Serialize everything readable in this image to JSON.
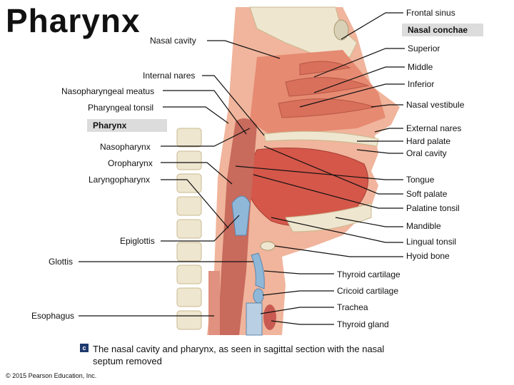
{
  "title": "Pharynx",
  "labels_left": {
    "nasal_cavity": "Nasal cavity",
    "internal_nares": "Internal nares",
    "nasopharyngeal_meatus": "Nasopharyngeal meatus",
    "pharyngeal_tonsil": "Pharyngeal tonsil",
    "pharynx_box": "Pharynx",
    "nasopharynx": "Nasopharynx",
    "oropharynx": "Oropharynx",
    "laryngopharynx": "Laryngopharynx",
    "epiglottis": "Epiglottis",
    "glottis": "Glottis",
    "esophagus": "Esophagus"
  },
  "labels_right": {
    "frontal_sinus": "Frontal sinus",
    "nasal_conchae_box": "Nasal conchae",
    "superior": "Superior",
    "middle": "Middle",
    "inferior": "Inferior",
    "nasal_vestibule": "Nasal vestibule",
    "external_nares": "External nares",
    "hard_palate": "Hard palate",
    "oral_cavity": "Oral cavity",
    "tongue": "Tongue",
    "soft_palate": "Soft palate",
    "palatine_tonsil": "Palatine tonsil",
    "mandible": "Mandible",
    "lingual_tonsil": "Lingual tonsil",
    "hyoid_bone": "Hyoid bone",
    "thyroid_cartilage": "Thyroid cartilage",
    "cricoid_cartilage": "Cricoid cartilage",
    "trachea": "Trachea",
    "thyroid_gland": "Thyroid gland"
  },
  "caption": {
    "badge": "c",
    "text": "The nasal cavity and pharynx, as seen in sagittal section with the nasal septum removed"
  },
  "copyright": "© 2015 Pearson Education, Inc.",
  "colors": {
    "tissue": "#e9a58a",
    "muscle": "#d4574a",
    "bone": "#efe6d0",
    "cartilage": "#8fb7d8",
    "leader": "#111111"
  }
}
